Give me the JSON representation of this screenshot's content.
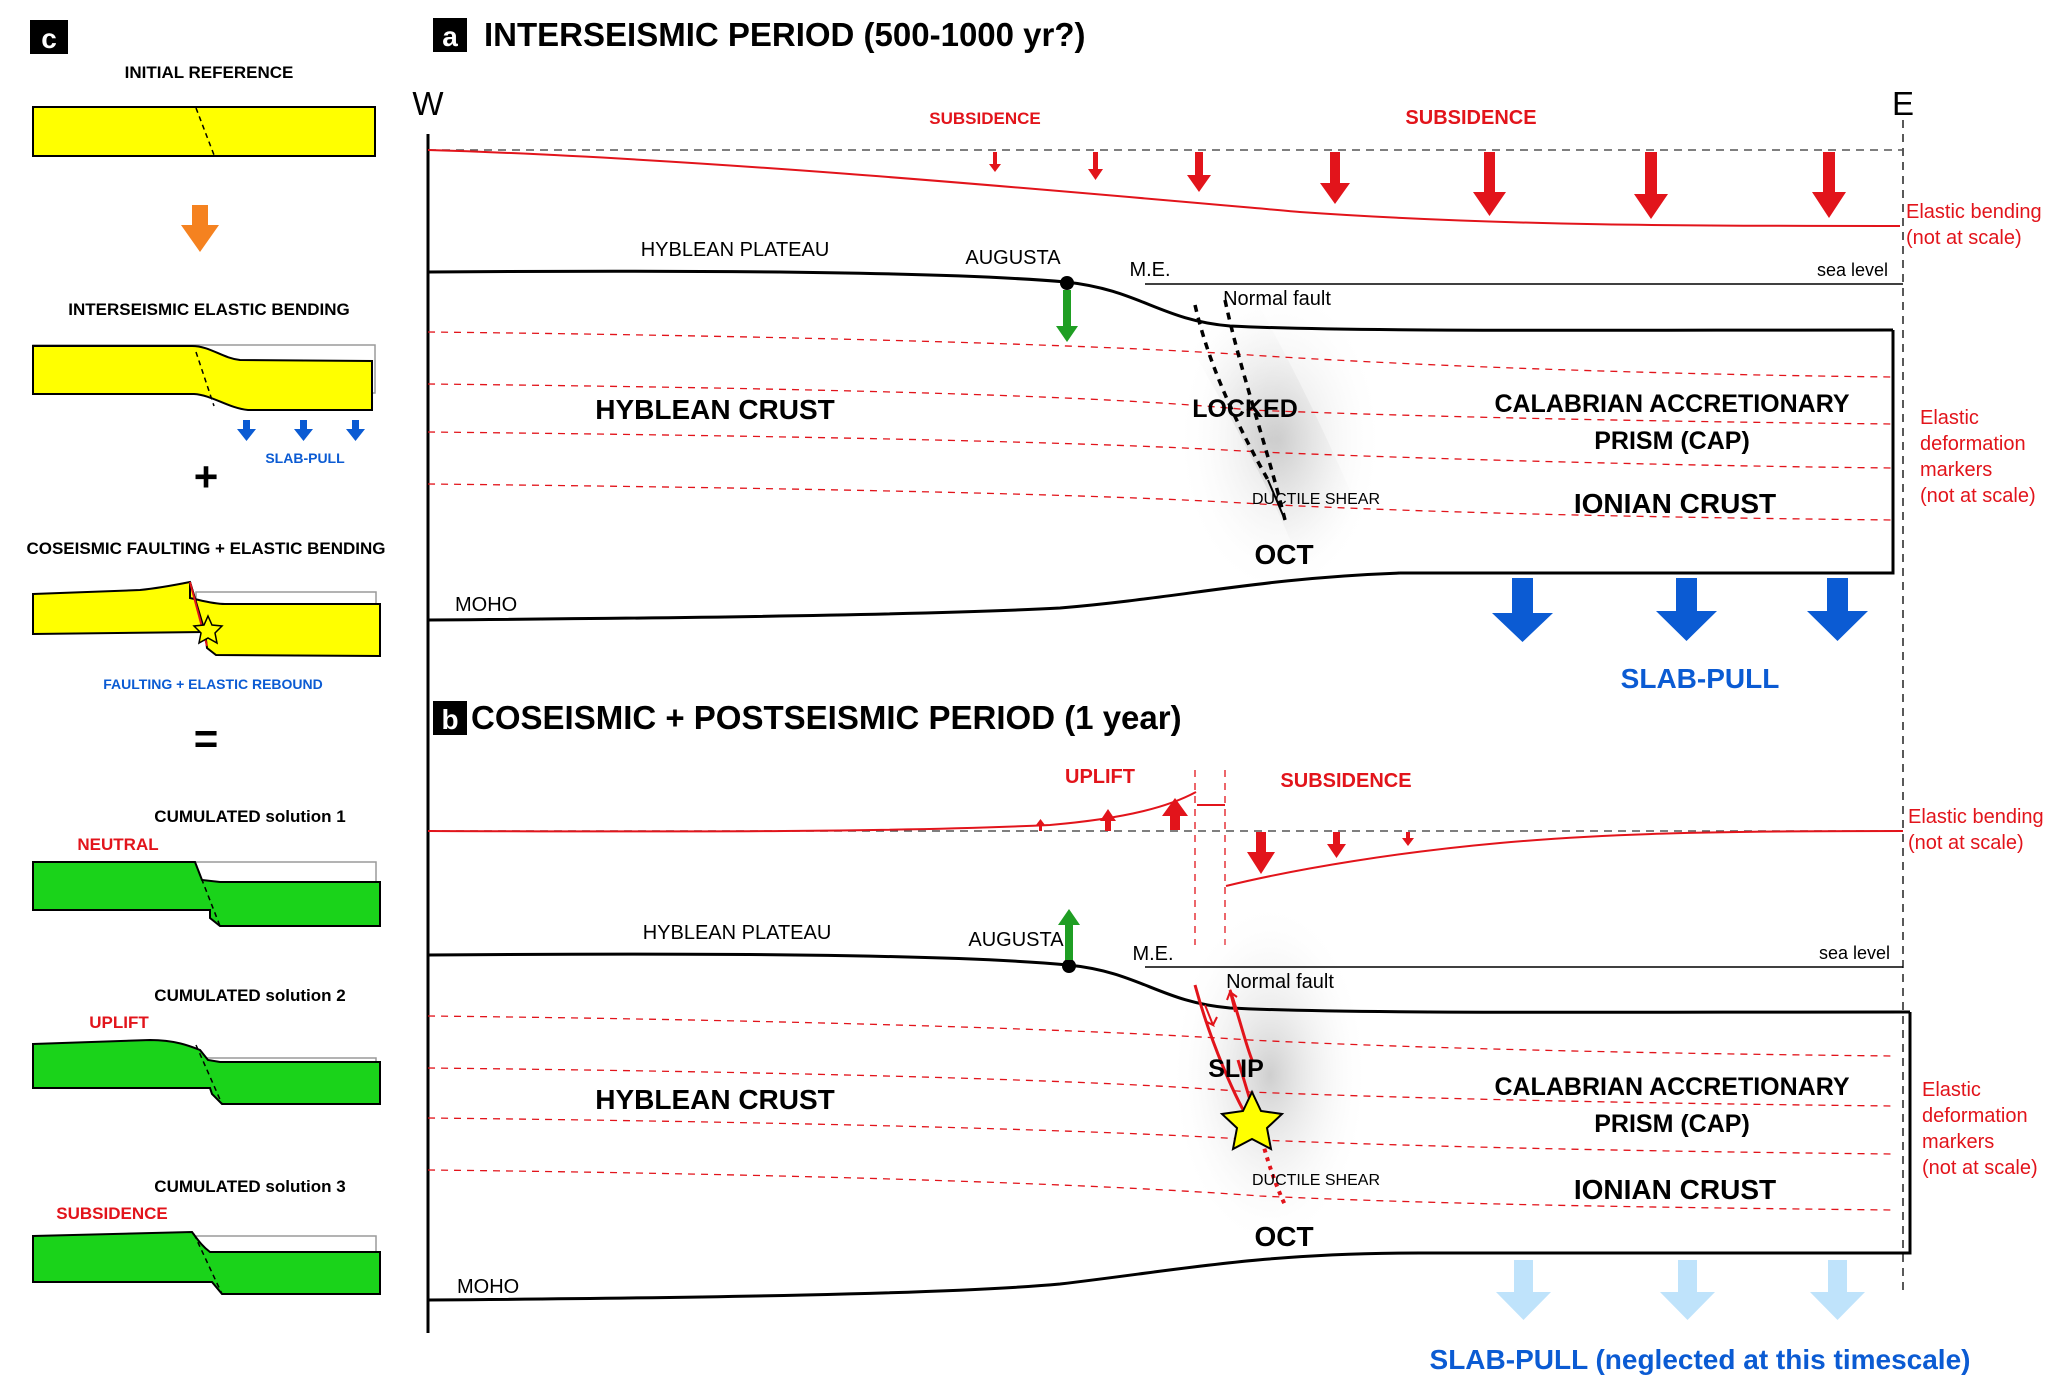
{
  "panel_a": {
    "badge": "a",
    "title": "INTERSEISMIC PERIOD (500-1000 yr?)",
    "west": "W",
    "east": "E",
    "subsidence_small": "SUBSIDENCE",
    "subsidence_large": "SUBSIDENCE",
    "elastic_bending": [
      "Elastic bending",
      "(not at scale)"
    ],
    "hyblean_plateau": "HYBLEAN PLATEAU",
    "augusta": "AUGUSTA",
    "me": "M.E.",
    "sea_level": "sea level",
    "normal_fault": "Normal fault",
    "hyblean_crust": "HYBLEAN CRUST",
    "locked": "LOCKED",
    "cap_line1": "CALABRIAN ACCRETIONARY",
    "cap_line2": "PRISM (CAP)",
    "ionian_crust": "IONIAN CRUST",
    "ductile_shear": "DUCTILE SHEAR",
    "oct": "OCT",
    "moho": "MOHO",
    "markers": [
      "Elastic",
      "deformation",
      "markers",
      "(not at scale)"
    ],
    "slab_pull": "SLAB-PULL"
  },
  "panel_b": {
    "badge": "b",
    "title": "COSEISMIC + POSTSEISMIC PERIOD (1 year)",
    "uplift": "UPLIFT",
    "subsidence": "SUBSIDENCE",
    "elastic_bending": [
      "Elastic bending",
      "(not at scale)"
    ],
    "hyblean_plateau": "HYBLEAN PLATEAU",
    "augusta": "AUGUSTA",
    "me": "M.E.",
    "sea_level": "sea level",
    "normal_fault": "Normal fault",
    "slip": "SLIP",
    "hyblean_crust": "HYBLEAN CRUST",
    "cap_line1": "CALABRIAN ACCRETIONARY",
    "cap_line2": "PRISM (CAP)",
    "ionian_crust": "IONIAN CRUST",
    "ductile_shear": "DUCTILE SHEAR",
    "oct": "OCT",
    "moho": "MOHO",
    "markers": [
      "Elastic",
      "deformation",
      "markers",
      "(not at scale)"
    ],
    "slab_pull": "SLAB-PULL (neglected at this timescale)"
  },
  "panel_c": {
    "badge": "c",
    "initial_reference": "INITIAL REFERENCE",
    "interseismic_bending": "INTERSEISMIC ELASTIC BENDING",
    "slab_pull": "SLAB-PULL",
    "plus": "+",
    "coseismic_faulting": "COSEISMIC FAULTING + ELASTIC BENDING",
    "faulting_rebound": "FAULTING + ELASTIC REBOUND",
    "equals": "=",
    "solution1": "CUMULATED solution 1",
    "solution1_state": "NEUTRAL",
    "solution2": "CUMULATED solution 2",
    "solution2_state": "UPLIFT",
    "solution3": "CUMULATED solution 3",
    "solution3_state": "SUBSIDENCE"
  },
  "colors": {
    "red": "#e2141b",
    "blue": "#0b5bd3",
    "light_blue": "#bfe3fb",
    "yellow": "#ffff00",
    "green": "#1ad31a",
    "orange": "#f58220",
    "arrow_green": "#1f9e23"
  }
}
